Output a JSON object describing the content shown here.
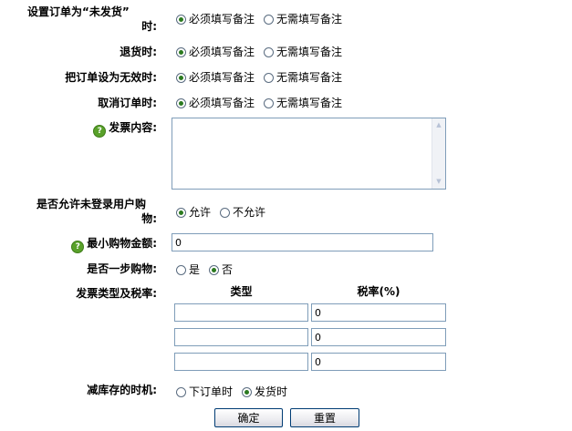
{
  "rows": {
    "unshipped": {
      "label_line1": "设置订单为“未发货”",
      "label_line2": "时:",
      "options": [
        "必须填写备注",
        "无需填写备注"
      ],
      "selected": 0
    },
    "return": {
      "label": "退货时:",
      "options": [
        "必须填写备注",
        "无需填写备注"
      ],
      "selected": 0
    },
    "invalid": {
      "label": "把订单设为无效时:",
      "options": [
        "必须填写备注",
        "无需填写备注"
      ],
      "selected": 0
    },
    "cancel": {
      "label": "取消订单时:",
      "options": [
        "必须填写备注",
        "无需填写备注"
      ],
      "selected": 0
    },
    "invoice_content": {
      "label": "发票内容:",
      "value": ""
    },
    "guest_buy": {
      "label_line1": "是否允许未登录用户购",
      "label_line2": "物:",
      "options": [
        "允许",
        "不允许"
      ],
      "selected": 0
    },
    "min_amount": {
      "label": "最小购物金额:",
      "value": "0"
    },
    "one_step": {
      "label": "是否一步购物:",
      "options": [
        "是",
        "否"
      ],
      "selected": 1
    },
    "invoice_types": {
      "label": "发票类型及税率:",
      "col_type": "类型",
      "col_rate": "税率(%)",
      "entries": [
        {
          "type": "",
          "rate": "0"
        },
        {
          "type": "",
          "rate": "0"
        },
        {
          "type": "",
          "rate": "0"
        }
      ]
    },
    "stock_reduce": {
      "label": "减库存的时机:",
      "options": [
        "下订单时",
        "发货时"
      ],
      "selected": 1
    }
  },
  "buttons": {
    "confirm": "确定",
    "reset": "重置"
  },
  "icons": {
    "help": "help-icon",
    "help_glyph": "?"
  },
  "colors": {
    "input_border": "#7f9db9",
    "radio_fill": "#2b7a1f",
    "help_icon": "#59a12a"
  }
}
